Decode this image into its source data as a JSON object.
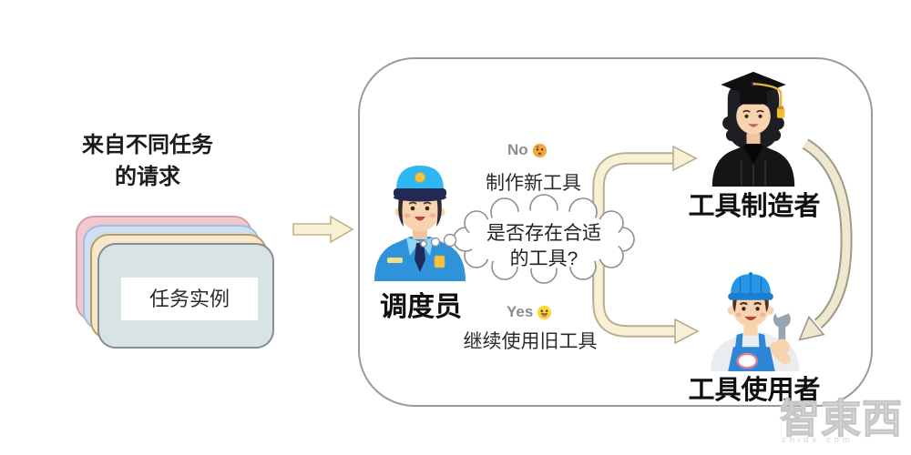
{
  "left_panel": {
    "title_line1": "来自不同任务",
    "title_line2": "的请求",
    "card_label": "任务实例"
  },
  "dispatcher": {
    "label": "调度员"
  },
  "decision": {
    "question_line1": "是否存在合适",
    "question_line2": "的工具?",
    "no": {
      "label": "No",
      "action": "制作新工具"
    },
    "yes": {
      "label": "Yes",
      "action": "继续使用旧工具"
    }
  },
  "tool_maker": {
    "label": "工具制造者"
  },
  "tool_user": {
    "label": "工具使用者"
  },
  "watermark": {
    "brand": "智東西",
    "domain": "zhidx.com"
  },
  "colors": {
    "arrow_fill": "#f9f1d6",
    "arrow_outline": "#b8ae90",
    "return_arrow_fill": "#efe8d0",
    "return_arrow_outline": "#a09a85",
    "card_pink": "#f2c8ce",
    "card_blue": "#cddff1",
    "card_cream": "#f6e8c8",
    "card_front": "#d9e2e4",
    "boundary_border": "#9b9b9b",
    "no_emoji": "#f3a83c",
    "yes_emoji": "#fdd835"
  }
}
